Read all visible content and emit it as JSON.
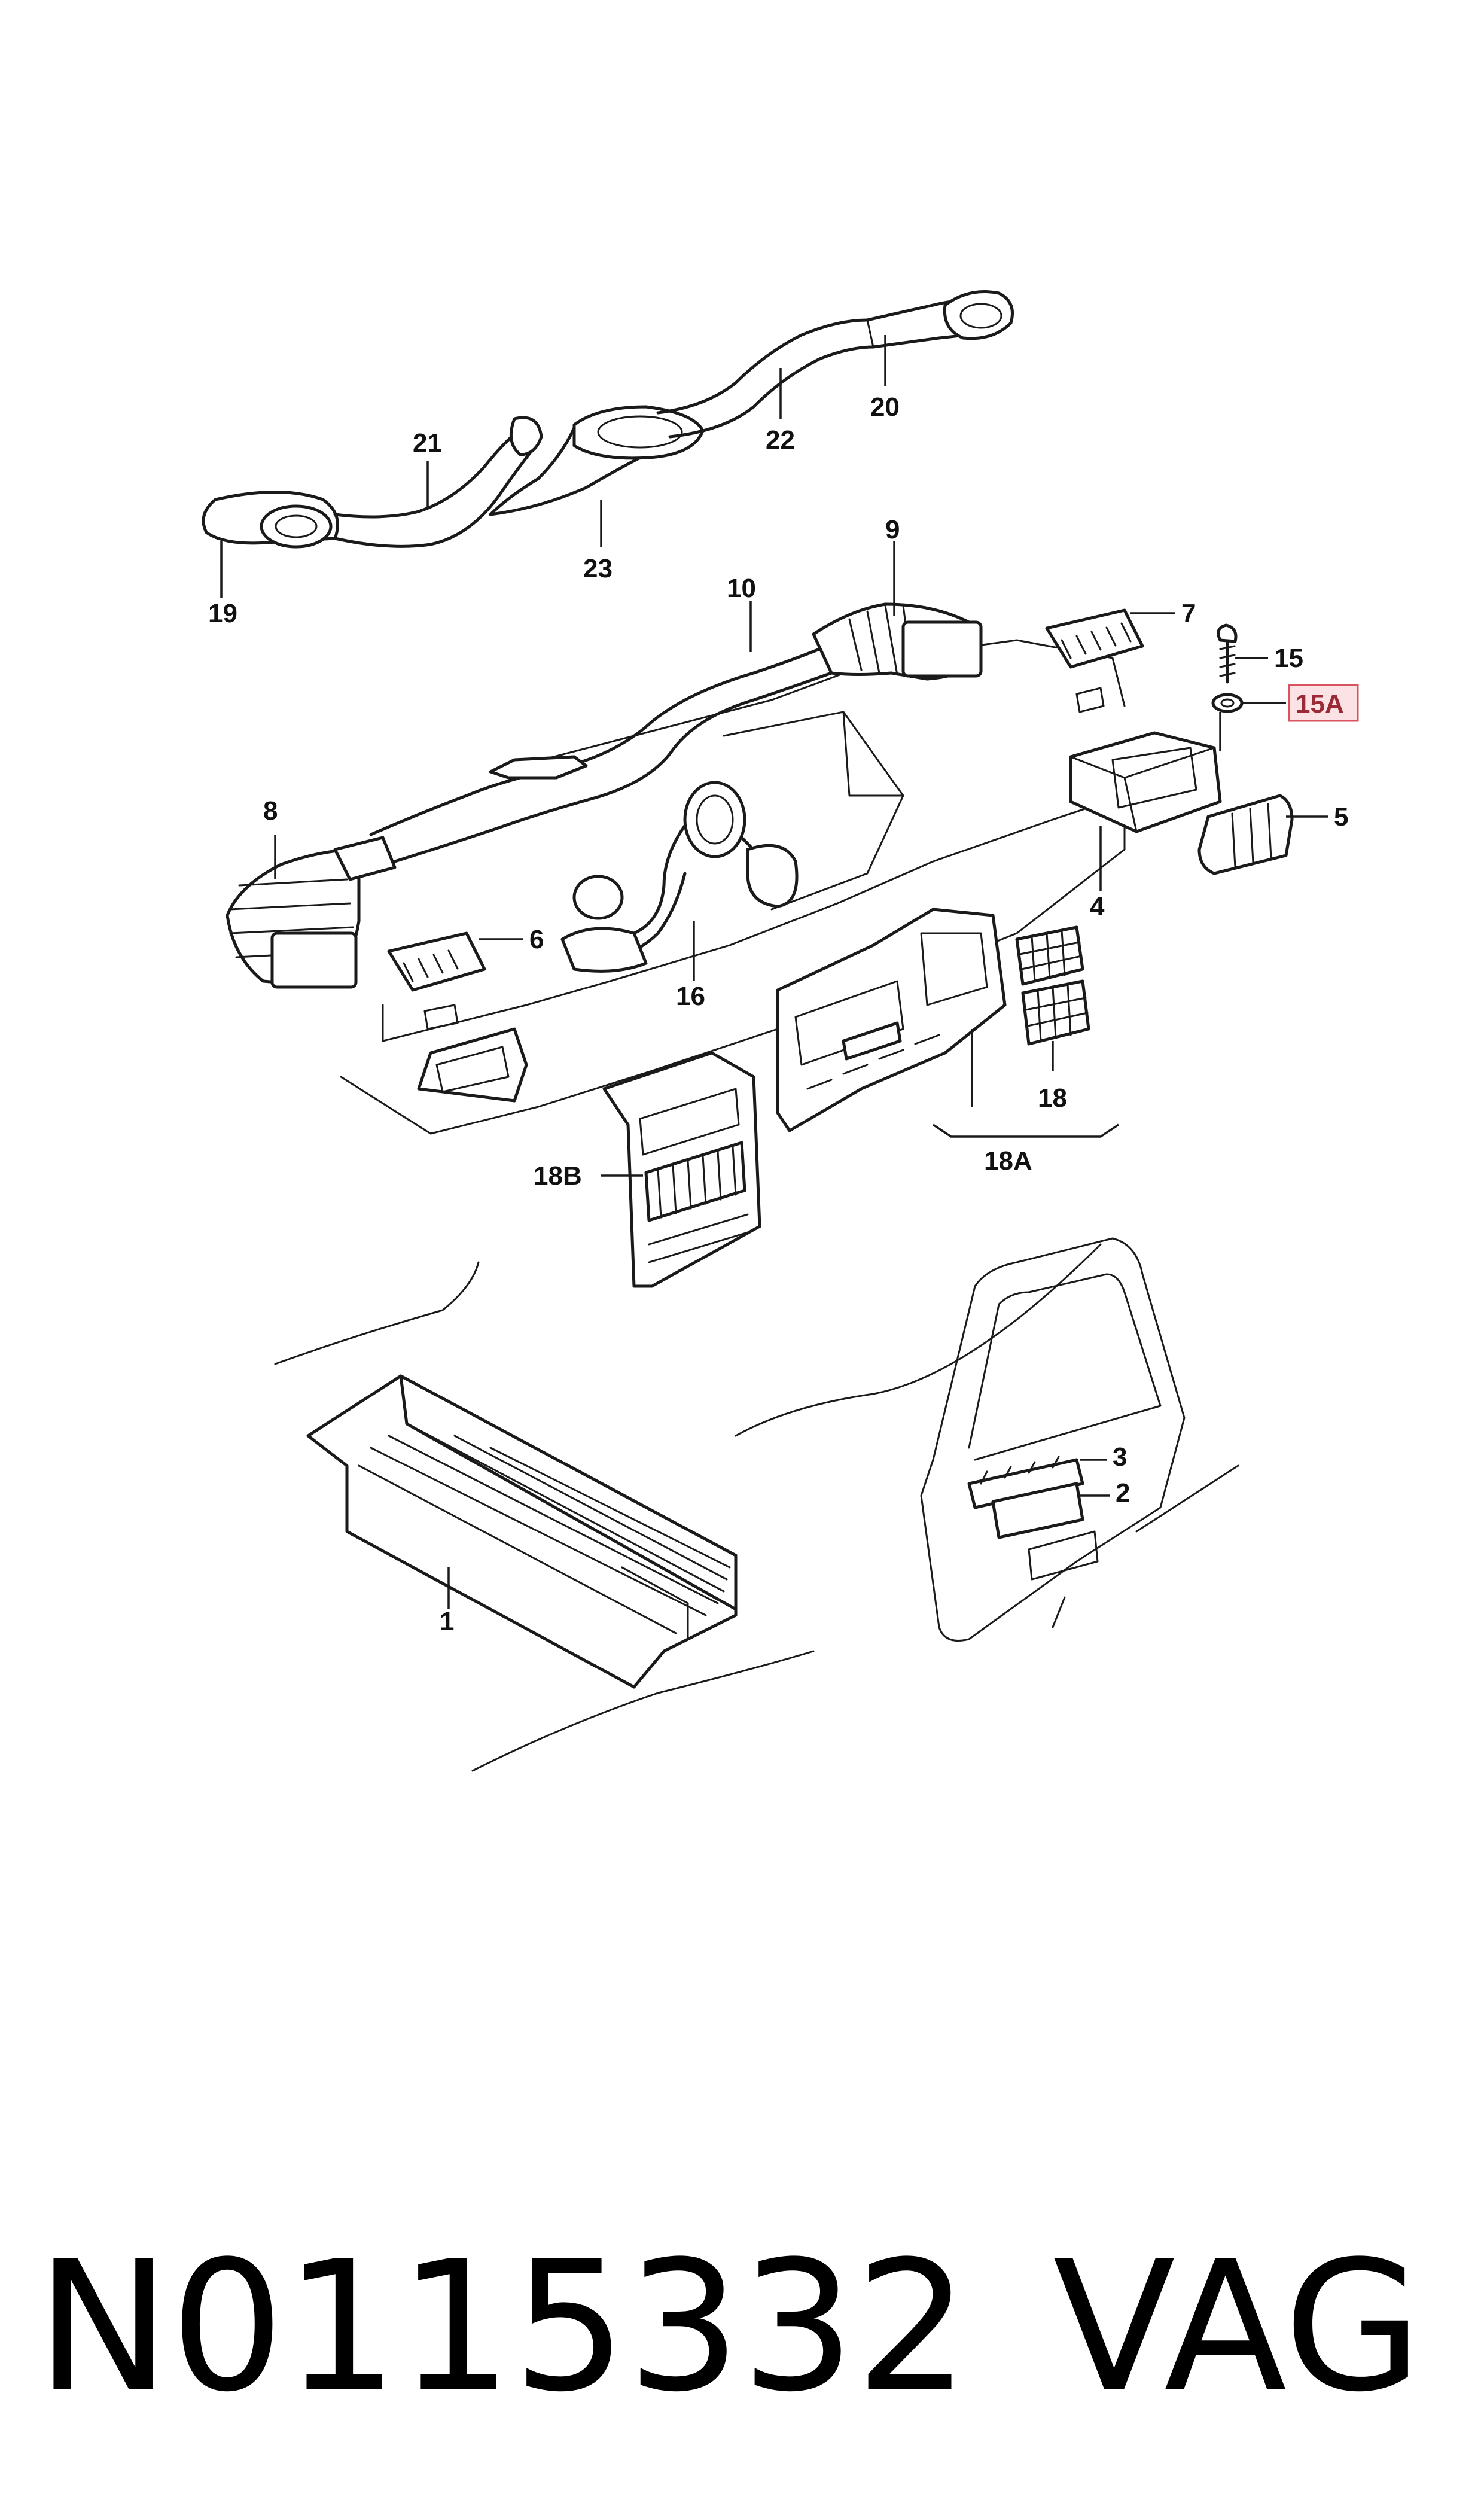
{
  "labels": {
    "l1": "1",
    "l2": "2",
    "l3": "3",
    "l4": "4",
    "l5": "5",
    "l6": "6",
    "l7": "7",
    "l8": "8",
    "l9": "9",
    "l10": "10",
    "l15": "15",
    "l15a": "15A",
    "l16": "16",
    "l18": "18",
    "l18a": "18A",
    "l18b": "18B",
    "l19": "19",
    "l20": "20",
    "l21": "21",
    "l22": "22",
    "l23": "23"
  },
  "highlight": {
    "label": "15A",
    "fill": "#fbe3e5",
    "stroke": "#d9535f"
  },
  "footer": {
    "part_number": "N0115332",
    "brand": "VAG"
  }
}
